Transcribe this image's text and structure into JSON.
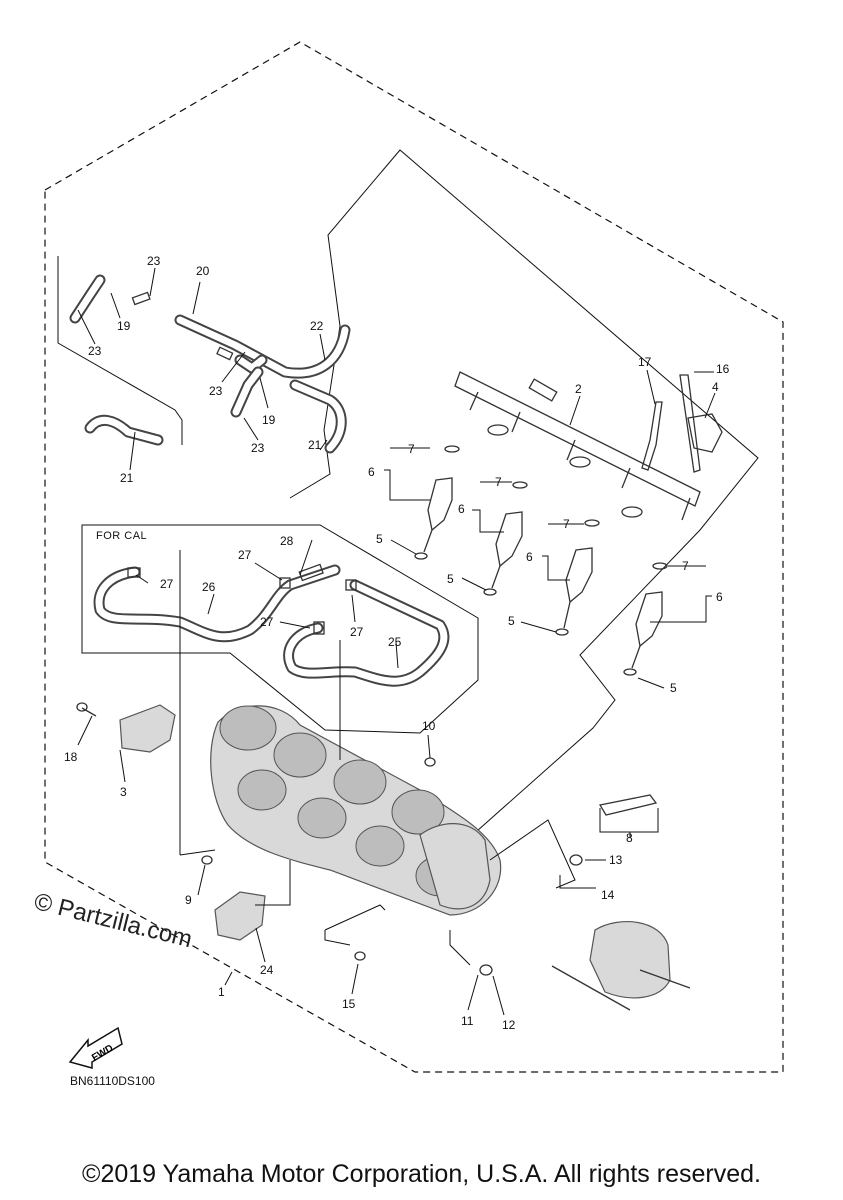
{
  "diagram": {
    "callouts": [
      "1",
      "2",
      "3",
      "4",
      "5",
      "6",
      "7",
      "8",
      "9",
      "10",
      "11",
      "12",
      "13",
      "14",
      "15",
      "16",
      "17",
      "18",
      "19",
      "20",
      "21",
      "22",
      "23",
      "24",
      "25",
      "26",
      "27",
      "28"
    ],
    "inset_label": "FOR CAL",
    "fwd_label": "FWD",
    "diagram_code": "BN61110DS100",
    "watermark": "© Partzilla.com"
  },
  "footer": {
    "copyright": "©2019 Yamaha Motor Corporation, U.S.A. All rights reserved."
  }
}
